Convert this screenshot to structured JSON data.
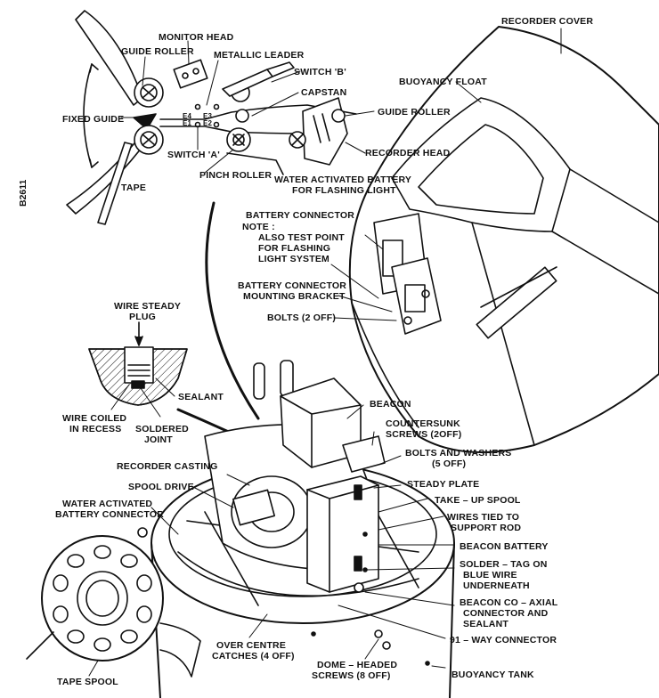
{
  "drawing_id": "B2611",
  "labels": {
    "recorder_cover": "RECORDER COVER",
    "monitor_head": "MONITOR HEAD",
    "guide_roller_top": "GUIDE ROLLER",
    "metallic_leader": "METALLIC LEADER",
    "switch_b": "SWITCH 'B'",
    "capstan": "CAPSTAN",
    "buoyancy_float": "BUOYANCY FLOAT",
    "guide_roller_right": "GUIDE ROLLER",
    "fixed_guide": "FIXED GUIDE",
    "switch_a": "SWITCH 'A'",
    "recorder_head": "RECORDER HEAD",
    "tape": "TAPE",
    "pinch_roller": "PINCH ROLLER",
    "water_battery_flash_1": "WATER ACTIVATED BATTERY",
    "water_battery_flash_2": "FOR FLASHING LIGHT",
    "battery_connector": "BATTERY CONNECTOR",
    "note": "NOTE :",
    "note_1": "ALSO TEST POINT",
    "note_2": "FOR FLASHING",
    "note_3": "LIGHT SYSTEM",
    "bracket_1": "BATTERY CONNECTOR",
    "bracket_2": "MOUNTING BRACKET",
    "bolts_2": "BOLTS (2 OFF)",
    "wire_steady_1": "WIRE STEADY",
    "wire_steady_2": "PLUG",
    "sealant": "SEALANT",
    "wire_coiled_1": "WIRE COILED",
    "wire_coiled_2": "IN RECESS",
    "soldered_1": "SOLDERED",
    "soldered_2": "JOINT",
    "beacon": "BEACON",
    "countersunk_1": "COUNTERSUNK",
    "countersunk_2": "SCREWS (2OFF)",
    "bolts_washers_1": "BOLTS AND WASHERS",
    "bolts_washers_2": "(5 OFF)",
    "recorder_casting": "RECORDER CASTING",
    "steady_plate": "STEADY PLATE",
    "spool_drive": "SPOOL DRIVE",
    "take_up_spool": "TAKE – UP SPOOL",
    "water_battery_conn_1": "WATER ACTIVATED",
    "water_battery_conn_2": "BATTERY CONNECTOR",
    "wires_tied_1": "WIRES TIED TO",
    "wires_tied_2": "SUPPORT ROD",
    "beacon_battery": "BEACON BATTERY",
    "solder_tag_1": "SOLDER – TAG ON",
    "solder_tag_2": "BLUE WIRE",
    "solder_tag_3": "UNDERNEATH",
    "coaxial_1": "BEACON CO – AXIAL",
    "coaxial_2": "CONNECTOR AND",
    "coaxial_3": "SEALANT",
    "way_connector": "91 – WAY CONNECTOR",
    "over_centre_1": "OVER CENTRE",
    "over_centre_2": "CATCHES (4 OFF)",
    "dome_headed_1": "DOME – HEADED",
    "dome_headed_2": "SCREWS (8 OFF)",
    "tape_spool": "TAPE SPOOL",
    "buoyancy_tank": "BUOYANCY TANK",
    "head_e4": "E4",
    "head_e1": "E1",
    "head_e3": "E3",
    "head_e2": "E2"
  }
}
